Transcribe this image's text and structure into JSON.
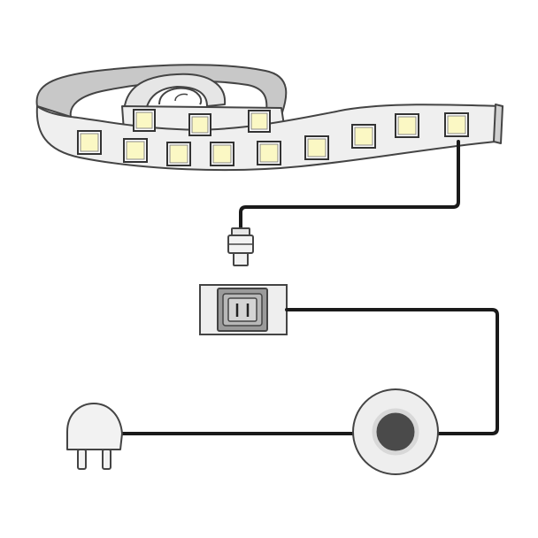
{
  "diagram": {
    "components": [
      {
        "id": "led-strip",
        "icon": "led-strip-reel-icon",
        "led_count": 12
      },
      {
        "id": "connector",
        "icon": "strip-connector-plug-icon"
      },
      {
        "id": "switch-box",
        "icon": "rocker-switch-icon"
      },
      {
        "id": "dimmer",
        "icon": "round-dimmer-knob-icon"
      },
      {
        "id": "power-plug",
        "icon": "two-pin-plug-icon"
      }
    ],
    "colors": {
      "strip_face": "#efefef",
      "strip_inner": "#c8c8c8",
      "strip_outline": "#444444",
      "led_glow": "#fbf8c4",
      "led_frame": "#ffffff",
      "wire": "#1a1a1a",
      "switch_body": "#eeeeee",
      "switch_rocker": "#9a9a9a",
      "dimmer_ring": "#eeeeee",
      "knob": "#4a4a4a",
      "plug_body": "#f2f2f2"
    }
  }
}
